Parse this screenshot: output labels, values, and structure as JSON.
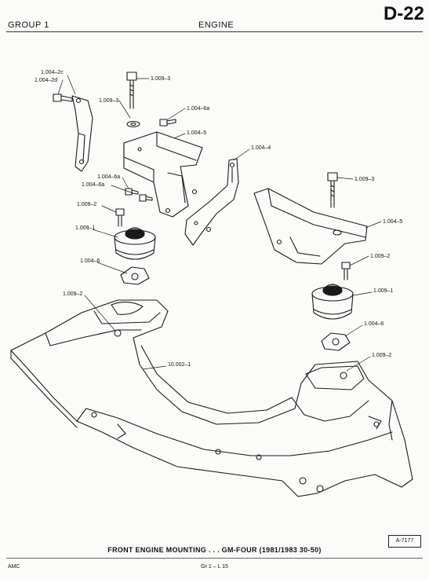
{
  "header": {
    "group": "GROUP 1",
    "section": "ENGINE",
    "page_number": "D-22"
  },
  "labels": {
    "l1": "1.004–2c",
    "l2": "1.004–2d",
    "l3": "1.009–3",
    "l4": "1.009–3",
    "l5": "1.004–6a",
    "l6": "1.004–5",
    "l7": "1.004–4",
    "l8": "1.004–6a",
    "l9": "1.004–6a",
    "l10": "1.009–3",
    "l11": "1.009–2",
    "l12": "1.009–1",
    "l13": "1.004–5",
    "l14": "1.004–6",
    "l15": "1.009–2",
    "l16": "1.009–2",
    "l17": "1.009–1",
    "l18": "10.002–1",
    "l19": "1.004–6",
    "l20": "1.009–2"
  },
  "figure_ref": "A-7177",
  "caption": "FRONT ENGINE MOUNTING . . . GM-FOUR (1981/1983 30-50)",
  "footer": {
    "left": "AMC",
    "center": "Gr 1 – L 15"
  }
}
